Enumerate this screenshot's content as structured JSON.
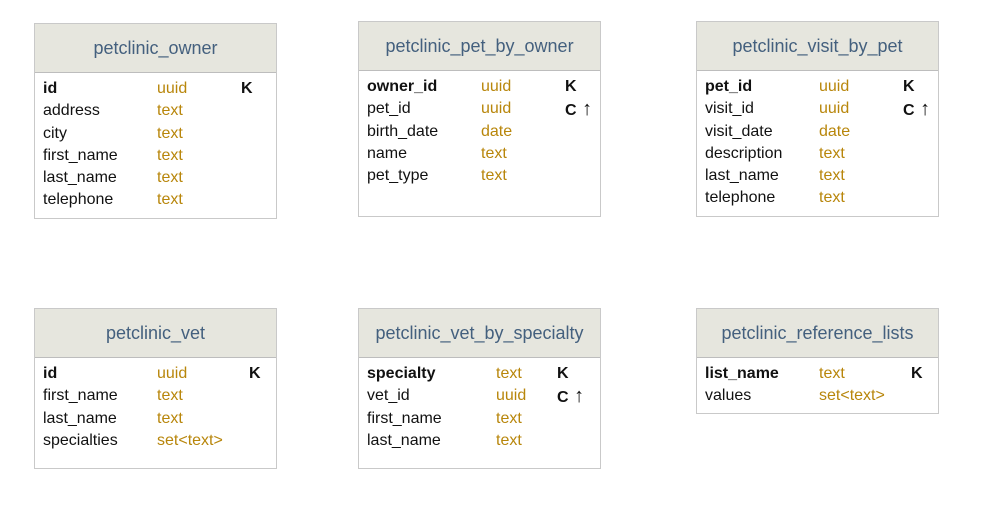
{
  "tables": [
    {
      "title": "petclinic_owner",
      "columns": [
        {
          "name": "id",
          "type": "uuid",
          "flag": "K",
          "key": true
        },
        {
          "name": "address",
          "type": "text",
          "flag": ""
        },
        {
          "name": "city",
          "type": "text",
          "flag": ""
        },
        {
          "name": "first_name",
          "type": "text",
          "flag": ""
        },
        {
          "name": "last_name",
          "type": "text",
          "flag": ""
        },
        {
          "name": "telephone",
          "type": "text",
          "flag": ""
        }
      ]
    },
    {
      "title": "petclinic_pet_by_owner",
      "columns": [
        {
          "name": "owner_id",
          "type": "uuid",
          "flag": "K",
          "key": true
        },
        {
          "name": "pet_id",
          "type": "uuid",
          "flag": "C",
          "arrow": "↑"
        },
        {
          "name": "birth_date",
          "type": "date",
          "flag": ""
        },
        {
          "name": "name",
          "type": "text",
          "flag": ""
        },
        {
          "name": "pet_type",
          "type": "text",
          "flag": ""
        }
      ]
    },
    {
      "title": "petclinic_visit_by_pet",
      "columns": [
        {
          "name": "pet_id",
          "type": "uuid",
          "flag": "K",
          "key": true
        },
        {
          "name": "visit_id",
          "type": "uuid",
          "flag": "C",
          "arrow": "↑"
        },
        {
          "name": "visit_date",
          "type": "date",
          "flag": ""
        },
        {
          "name": "description",
          "type": "text",
          "flag": ""
        },
        {
          "name": "last_name",
          "type": "text",
          "flag": ""
        },
        {
          "name": "telephone",
          "type": "text",
          "flag": ""
        }
      ]
    },
    {
      "title": "petclinic_vet",
      "columns": [
        {
          "name": "id",
          "type": "uuid",
          "flag": "K",
          "key": true
        },
        {
          "name": "first_name",
          "type": "text",
          "flag": ""
        },
        {
          "name": "last_name",
          "type": "text",
          "flag": ""
        },
        {
          "name": "specialties",
          "type": "set<text>",
          "flag": ""
        }
      ]
    },
    {
      "title": "petclinic_vet_by_specialty",
      "columns": [
        {
          "name": "specialty",
          "type": "text",
          "flag": "K",
          "key": true
        },
        {
          "name": "vet_id",
          "type": "uuid",
          "flag": "C",
          "arrow": "↑"
        },
        {
          "name": "first_name",
          "type": "text",
          "flag": ""
        },
        {
          "name": "last_name",
          "type": "text",
          "flag": ""
        }
      ]
    },
    {
      "title": "petclinic_reference_lists",
      "columns": [
        {
          "name": "list_name",
          "type": "text",
          "flag": "K",
          "key": true
        },
        {
          "name": "values",
          "type": "set<text>",
          "flag": ""
        }
      ]
    }
  ],
  "colors": {
    "header_bg": "#e6e6de",
    "title": "#44607e",
    "type": "#b8860b",
    "border": "#c9c9c9"
  }
}
